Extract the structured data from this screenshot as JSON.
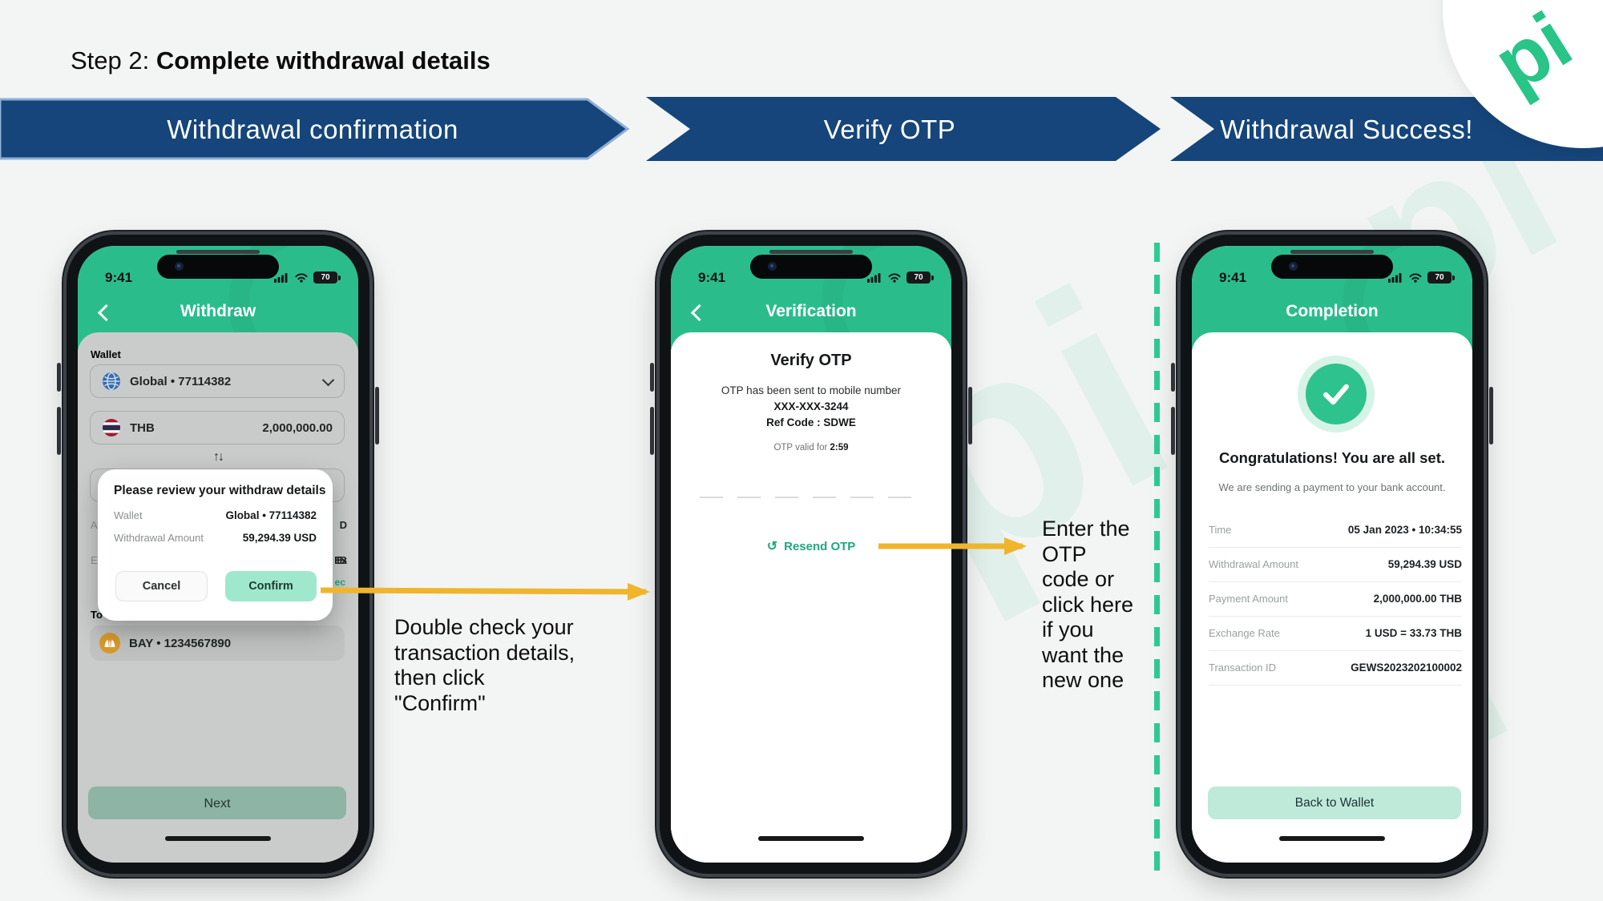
{
  "page": {
    "step_prefix": "Step 2: ",
    "step_title": "Complete withdrawal details"
  },
  "banner": {
    "steps": [
      "Withdrawal confirmation",
      "Verify OTP",
      "Withdrawal Success!"
    ]
  },
  "logo": {
    "text": "pi"
  },
  "statusbar": {
    "time": "9:41",
    "battery": "70"
  },
  "annotations": {
    "confirm": [
      "Double check your",
      "transaction details,",
      "then click",
      "\"Confirm\""
    ],
    "otp": [
      "Enter the",
      "OTP",
      "code or",
      "click here",
      "if you",
      "want the",
      "new one"
    ]
  },
  "phone1": {
    "header": "Withdraw",
    "wallet_label": "Wallet",
    "wallet_value": "Global • 77114382",
    "currency": "THB",
    "amount": "2,000,000.00",
    "swap_icon": "↑↓",
    "fragments": {
      "left1": "Av",
      "left2": "Ex",
      "right1": "D",
      "right2": "IB",
      "green": "ec",
      "to_label": "To b"
    },
    "bank_value": "BAY • 1234567890",
    "next_label": "Next",
    "modal": {
      "title": "Please review your withdraw details",
      "rows": [
        {
          "label": "Wallet",
          "value": "Global • 77114382"
        },
        {
          "label": "Withdrawal Amount",
          "value": "59,294.39 USD"
        }
      ],
      "cancel_label": "Cancel",
      "confirm_label": "Confirm"
    }
  },
  "phone2": {
    "header": "Verification",
    "title": "Verify OTP",
    "line1": "OTP has been sent to mobile number",
    "line2": "XXX-XXX-3244",
    "line3": "Ref Code : SDWE",
    "valid_prefix": "OTP valid for ",
    "valid_time": "2:59",
    "resend_icon": "↺",
    "resend_label": "Resend OTP",
    "otp_slots": 6
  },
  "phone3": {
    "header": "Completion",
    "congrats": "Congratulations! You are all set.",
    "subtext": "We are sending a payment to your bank account.",
    "rows": [
      {
        "label": "Time",
        "value": "05 Jan 2023 • 10:34:55"
      },
      {
        "label": "Withdrawal Amount",
        "value": "59,294.39 USD"
      },
      {
        "label": "Payment Amount",
        "value": "2,000,000.00 THB"
      },
      {
        "label": "Exchange Rate",
        "value": "1 USD = 33.73 THB"
      },
      {
        "label": "Transaction ID",
        "value": "GEWS2023202100002"
      }
    ],
    "back_label": "Back to Wallet"
  },
  "colors": {
    "bg": "#f3f5f4",
    "accent": "#2ABD8B",
    "accentDark": "#1FA87D",
    "banner": "#15457A",
    "bannerBorder": "#8FAFD6",
    "arrow": "#EFB52D",
    "mint": "#9FE8CD",
    "mintLight": "#BFE9D9",
    "dashGreen": "#2FCB95",
    "logoGreen": "#29C487"
  }
}
